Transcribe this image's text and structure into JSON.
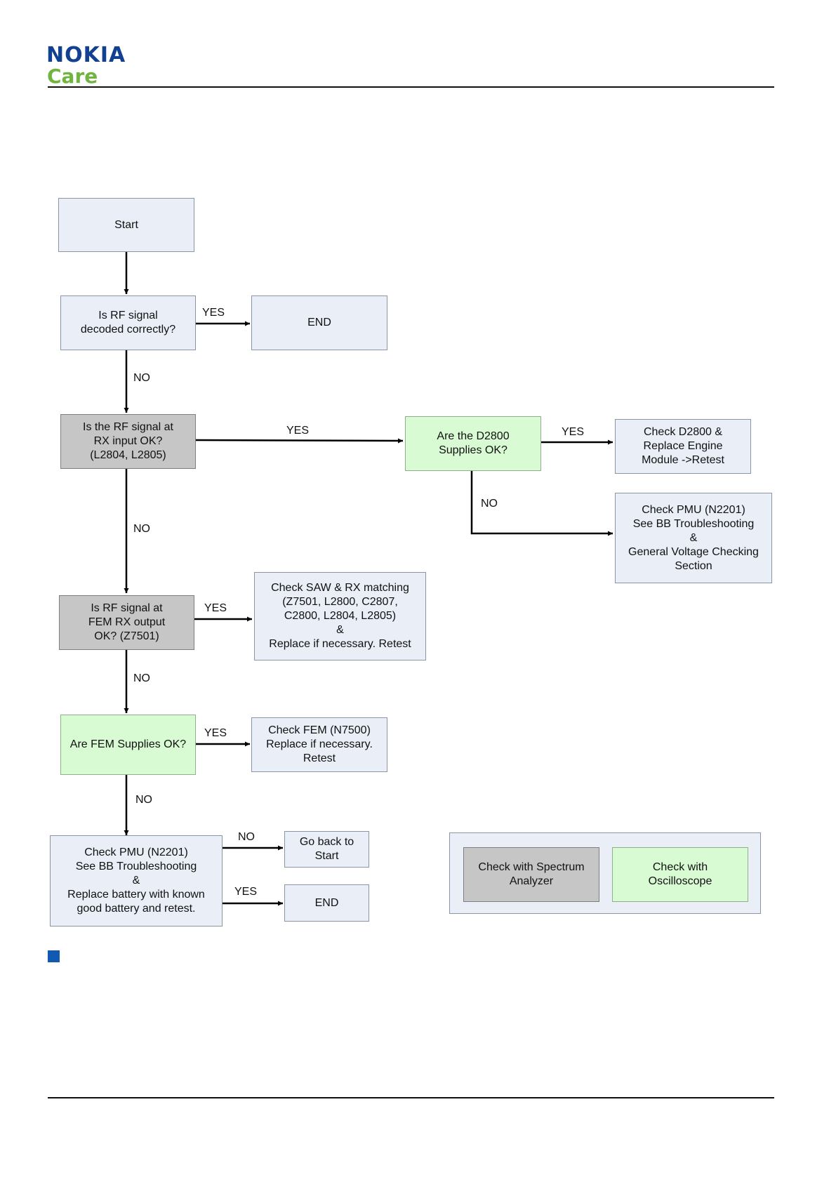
{
  "header": {
    "brand_main": "NOKIA",
    "brand_sub": "Care"
  },
  "colors": {
    "decision_blue": "#e9eef7",
    "spectrum_gray": "#c6c6c6",
    "oscilloscope_green": "#d9fbd3",
    "logo_blue": "#124191",
    "logo_green": "#6fb43f"
  },
  "flow": {
    "start": "Start",
    "q_decoded": "Is RF signal\ndecoded correctly?",
    "end_1": "END",
    "q_rx_input": "Is the RF signal at\nRX  input OK?\n(L2804, L2805)",
    "q_d2800": "Are the D2800\nSupplies OK?",
    "check_d2800": "Check D2800 &\nReplace Engine\nModule ->Retest",
    "check_pmu_1": "Check PMU (N2201)\nSee BB Troubleshooting\n&\nGeneral Voltage Checking\nSection",
    "q_fem_rx": "Is RF signal at\nFEM RX output\nOK? (Z7501)",
    "check_saw": "Check SAW & RX matching\n(Z7501, L2800, C2807,\nC2800, L2804, L2805)\n&\nReplace if necessary. Retest",
    "q_fem_supplies": "Are FEM Supplies OK?",
    "check_fem": "Check FEM (N7500)\nReplace if necessary.\nRetest",
    "check_pmu_2": "Check PMU (N2201)\nSee BB Troubleshooting\n&\nReplace battery with known\ngood battery and retest.",
    "go_back": "Go back to\nStart",
    "end_2": "END"
  },
  "labels": {
    "yes": "YES",
    "no": "NO"
  },
  "legend": {
    "spectrum": "Check with Spectrum\nAnalyzer",
    "oscilloscope": "Check with\nOscilloscope"
  }
}
